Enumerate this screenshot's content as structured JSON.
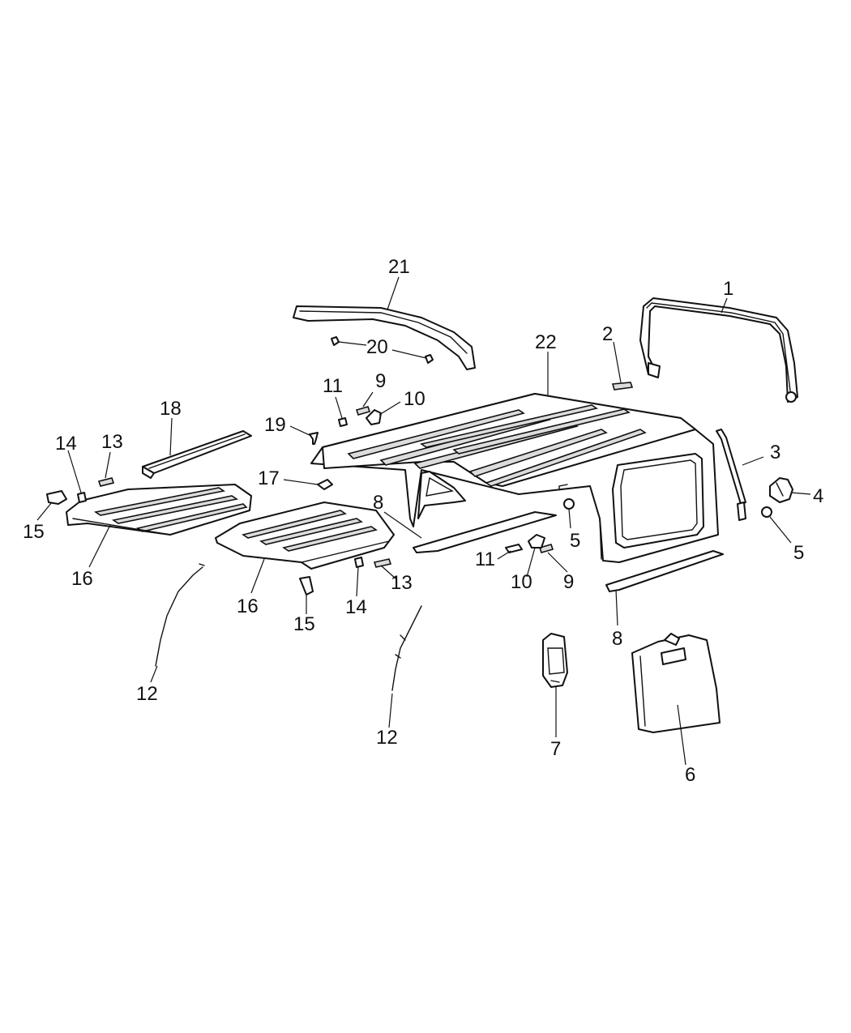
{
  "callouts": [
    {
      "id": "c1",
      "text": "1"
    },
    {
      "id": "c2",
      "text": "2"
    },
    {
      "id": "c3",
      "text": "3"
    },
    {
      "id": "c4",
      "text": "4"
    },
    {
      "id": "c5a",
      "text": "5"
    },
    {
      "id": "c5b",
      "text": "5"
    },
    {
      "id": "c6",
      "text": "6"
    },
    {
      "id": "c7",
      "text": "7"
    },
    {
      "id": "c8a",
      "text": "8"
    },
    {
      "id": "c8b",
      "text": "8"
    },
    {
      "id": "c9a",
      "text": "9"
    },
    {
      "id": "c9b",
      "text": "9"
    },
    {
      "id": "c10a",
      "text": "10"
    },
    {
      "id": "c10b",
      "text": "10"
    },
    {
      "id": "c11a",
      "text": "11"
    },
    {
      "id": "c11b",
      "text": "11"
    },
    {
      "id": "c12a",
      "text": "12"
    },
    {
      "id": "c12b",
      "text": "12"
    },
    {
      "id": "c13a",
      "text": "13"
    },
    {
      "id": "c13b",
      "text": "13"
    },
    {
      "id": "c14a",
      "text": "14"
    },
    {
      "id": "c14b",
      "text": "14"
    },
    {
      "id": "c15a",
      "text": "15"
    },
    {
      "id": "c15b",
      "text": "15"
    },
    {
      "id": "c16a",
      "text": "16"
    },
    {
      "id": "c16b",
      "text": "16"
    },
    {
      "id": "c17",
      "text": "17"
    },
    {
      "id": "c18",
      "text": "18"
    },
    {
      "id": "c19",
      "text": "19"
    },
    {
      "id": "c20",
      "text": "20"
    },
    {
      "id": "c21",
      "text": "21"
    },
    {
      "id": "c22",
      "text": "22"
    }
  ]
}
